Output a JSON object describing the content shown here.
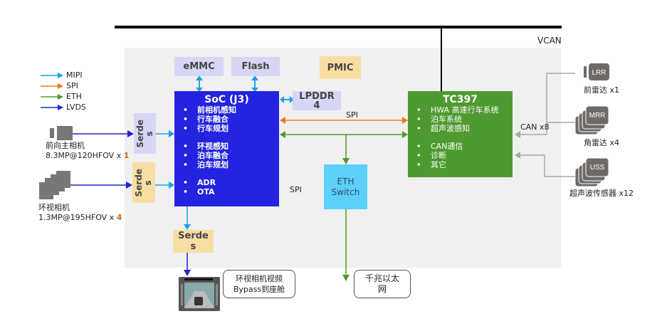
{
  "bus": {
    "label": "VCAN"
  },
  "legend": [
    {
      "label": "MIPI",
      "color": "#1aa3e6"
    },
    {
      "label": "SPI",
      "color": "#f07a1a"
    },
    {
      "label": "ETH",
      "color": "#4e9a30"
    },
    {
      "label": "LVDS",
      "color": "#2323d0"
    }
  ],
  "memory": {
    "emmc": "eMMC",
    "flash": "Flash",
    "pmic": "PMIC",
    "lpddr_line1": "LPDDR",
    "lpddr_line2": "4"
  },
  "soc": {
    "title": "SoC (J3)",
    "items": [
      "前相机感知",
      "行车融合",
      "行车规划",
      "",
      "环视感知",
      "泊车融合",
      "泊车规划",
      "",
      "ADR",
      "OTA"
    ]
  },
  "tc397": {
    "title": "TC397",
    "items": [
      "HWA 高速行车系统",
      "泊车系统",
      "超声波感知",
      "",
      "CAN通信",
      "诊断",
      "其它"
    ]
  },
  "serdes": {
    "line1": "Serde",
    "line2": "s"
  },
  "eth_switch": {
    "line1": "ETH",
    "line2": "Switch"
  },
  "links": {
    "spi_top": "SPI",
    "spi_side": "SPI",
    "can": "CAN x8"
  },
  "cameras": {
    "front": {
      "name": "前向主相机",
      "spec": "8.3MP@120HFOV x ",
      "count": "1"
    },
    "surround": {
      "name": "环视相机",
      "spec": "1.3MP@195HFOV x ",
      "count": "4"
    }
  },
  "sensors": [
    {
      "badge": "LRR",
      "label": "前雷达 x1"
    },
    {
      "badge": "MRR",
      "label": "角雷达 x4"
    },
    {
      "badge": "USS",
      "label": "超声波传感器 x12"
    }
  ],
  "outputs": {
    "bypass_line1": "环视相机视频",
    "bypass_line2": "Bypass到座舱",
    "gigabit_line1": "千兆以太",
    "gigabit_line2": "网"
  },
  "colors": {
    "soc": "#2323e0",
    "tc397": "#4e9a30",
    "eth_switch": "#5bd0fa",
    "mipi": "#1aa3e6",
    "spi": "#f07a1a",
    "eth": "#4e9a30",
    "lvds": "#2323d0",
    "can": "#a0a0a0"
  }
}
